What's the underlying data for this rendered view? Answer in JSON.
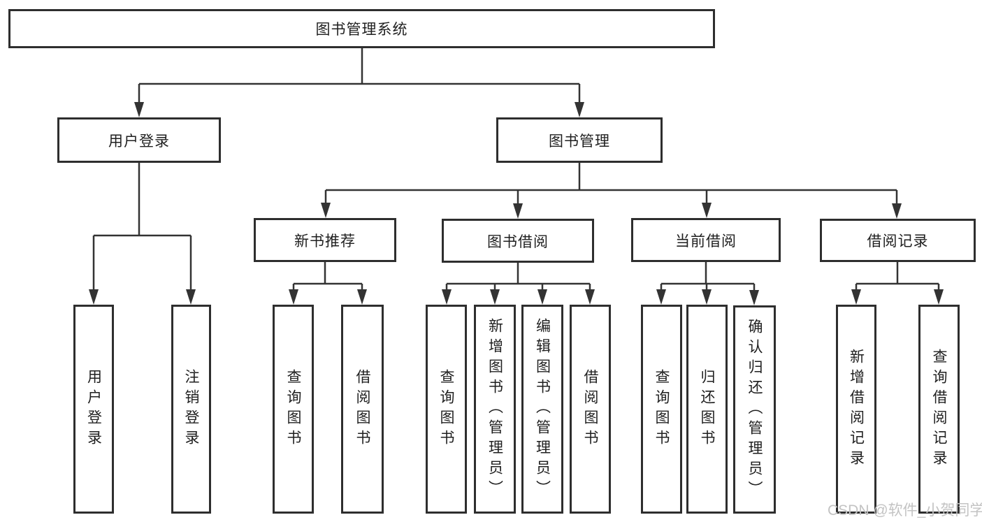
{
  "diagram": {
    "root": {
      "label": "图书管理系统"
    },
    "level2": [
      {
        "label": "用户登录"
      },
      {
        "label": "图书管理"
      }
    ],
    "level3": [
      {
        "label": "新书推荐"
      },
      {
        "label": "图书借阅"
      },
      {
        "label": "当前借阅"
      },
      {
        "label": "借阅记录"
      }
    ],
    "leaves": {
      "user_login": [
        "用户登录",
        "注销登录"
      ],
      "new_book": [
        "查询图书",
        "借阅图书"
      ],
      "borrow": [
        "查询图书",
        "新增图书（管理员）",
        "编辑图书（管理员）",
        "借阅图书"
      ],
      "current": [
        "查询图书",
        "归还图书",
        "确认归还（管理员）"
      ],
      "records": [
        "新增借阅记录",
        "查询借阅记录"
      ]
    }
  },
  "watermark": "CSDN @软件_小贺同学",
  "colors": {
    "line": "#333333",
    "border": "#2e2e2e",
    "text": "#1f1f1f",
    "watermark": "#c3c3c3",
    "background": "#ffffff"
  }
}
